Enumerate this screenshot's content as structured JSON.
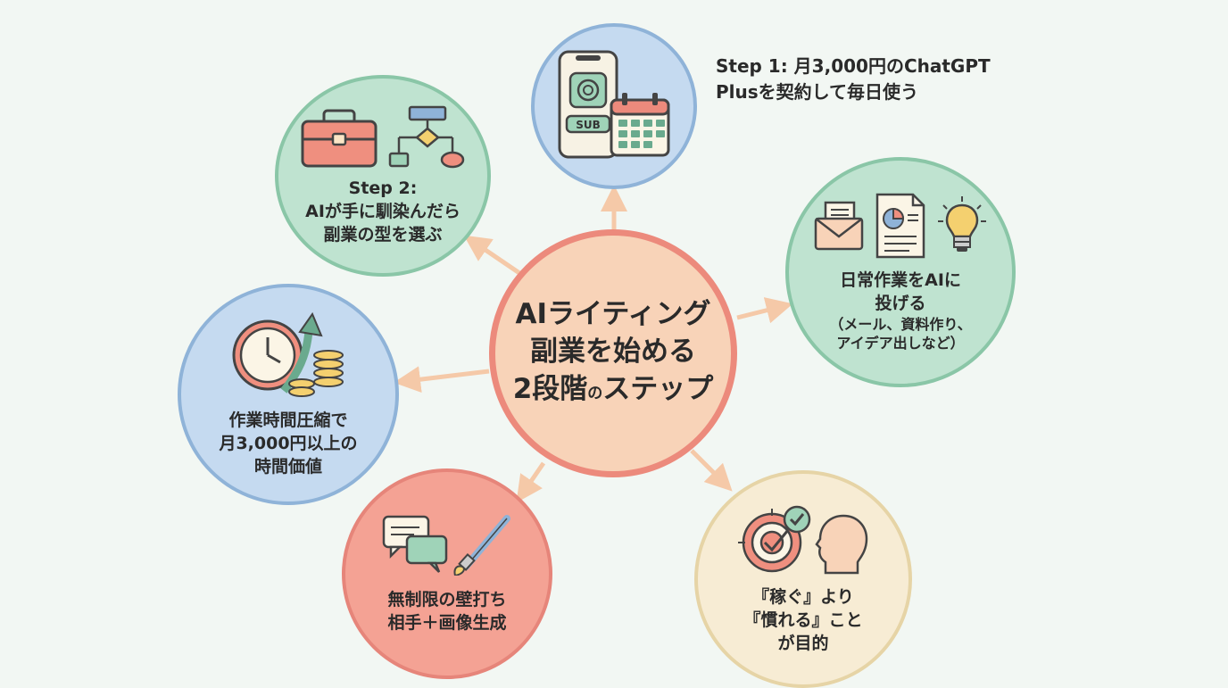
{
  "center": {
    "line1": "AIライティング",
    "line2": "副業を始める",
    "line3_a": "2段階",
    "line3_small": "の",
    "line3_b": "ステップ"
  },
  "step1": {
    "caption_line1": "Step 1: 月3,000円のChatGPT",
    "caption_line2": "Plusを契約して毎日使う",
    "icon_badge": "SUB"
  },
  "step2": {
    "line1": "Step 2:",
    "line2": "AIが手に馴染んだら",
    "line3": "副業の型を選ぶ"
  },
  "daily": {
    "line1": "日常作業をAIに",
    "line2": "投げる",
    "sub1": "（メール、資料作り、",
    "sub2": "アイデア出しなど）"
  },
  "time": {
    "line1": "作業時間圧縮で",
    "line2": "月3,000円以上の",
    "line3": "時間価値"
  },
  "wall": {
    "line1": "無制限の壁打ち",
    "line2": "相手＋画像生成"
  },
  "goal": {
    "line1": "『稼ぐ』より",
    "line2": "『慣れる』こと",
    "line3": "が目的"
  },
  "icons": {
    "step1": [
      "smartphone-icon",
      "ai-logo-icon",
      "calendar-icon"
    ],
    "step2": [
      "toolbox-icon",
      "flowchart-icon"
    ],
    "daily": [
      "envelope-icon",
      "document-chart-icon",
      "lightbulb-icon"
    ],
    "time": [
      "clock-icon",
      "growth-arrow-icon",
      "coins-icon"
    ],
    "wall": [
      "chat-bubbles-icon",
      "paintbrush-icon"
    ],
    "goal": [
      "target-icon",
      "checkmark-icon",
      "head-profile-icon"
    ]
  },
  "colors": {
    "background": "#f2f7f3",
    "center_fill": "#f8d3b8",
    "center_border": "#ec8a7c",
    "blue_fill": "#c5daf0",
    "green_fill": "#bfe3d0",
    "red_fill": "#f4a294",
    "cream_fill": "#f7ecd4",
    "arrow": "#f5c9a8"
  }
}
